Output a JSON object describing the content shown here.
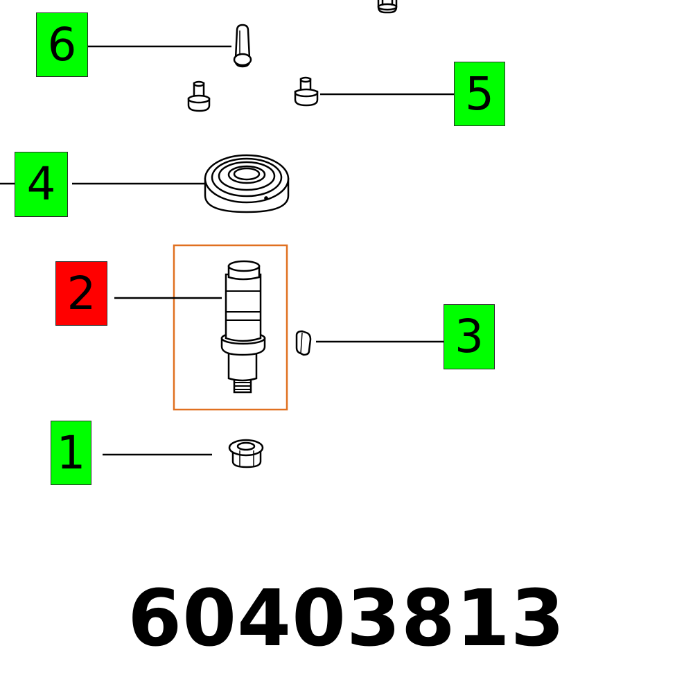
{
  "diagram": {
    "part_number": "60403813",
    "colors": {
      "callout_default": "#00ff00",
      "callout_selected": "#ff0000",
      "selection_frame": "#e07020",
      "line": "#000000"
    },
    "callouts": [
      {
        "id": "6",
        "label": "6",
        "part": "cylinder-pin",
        "selected": false
      },
      {
        "id": "5",
        "label": "5",
        "part": "screw",
        "selected": false
      },
      {
        "id": "4",
        "label": "4",
        "part": "ball-bearing",
        "selected": false
      },
      {
        "id": "2",
        "label": "2",
        "part": "shaft",
        "selected": true
      },
      {
        "id": "3",
        "label": "3",
        "part": "key",
        "selected": false
      },
      {
        "id": "1",
        "label": "1",
        "part": "flange-nut",
        "selected": false
      }
    ]
  }
}
